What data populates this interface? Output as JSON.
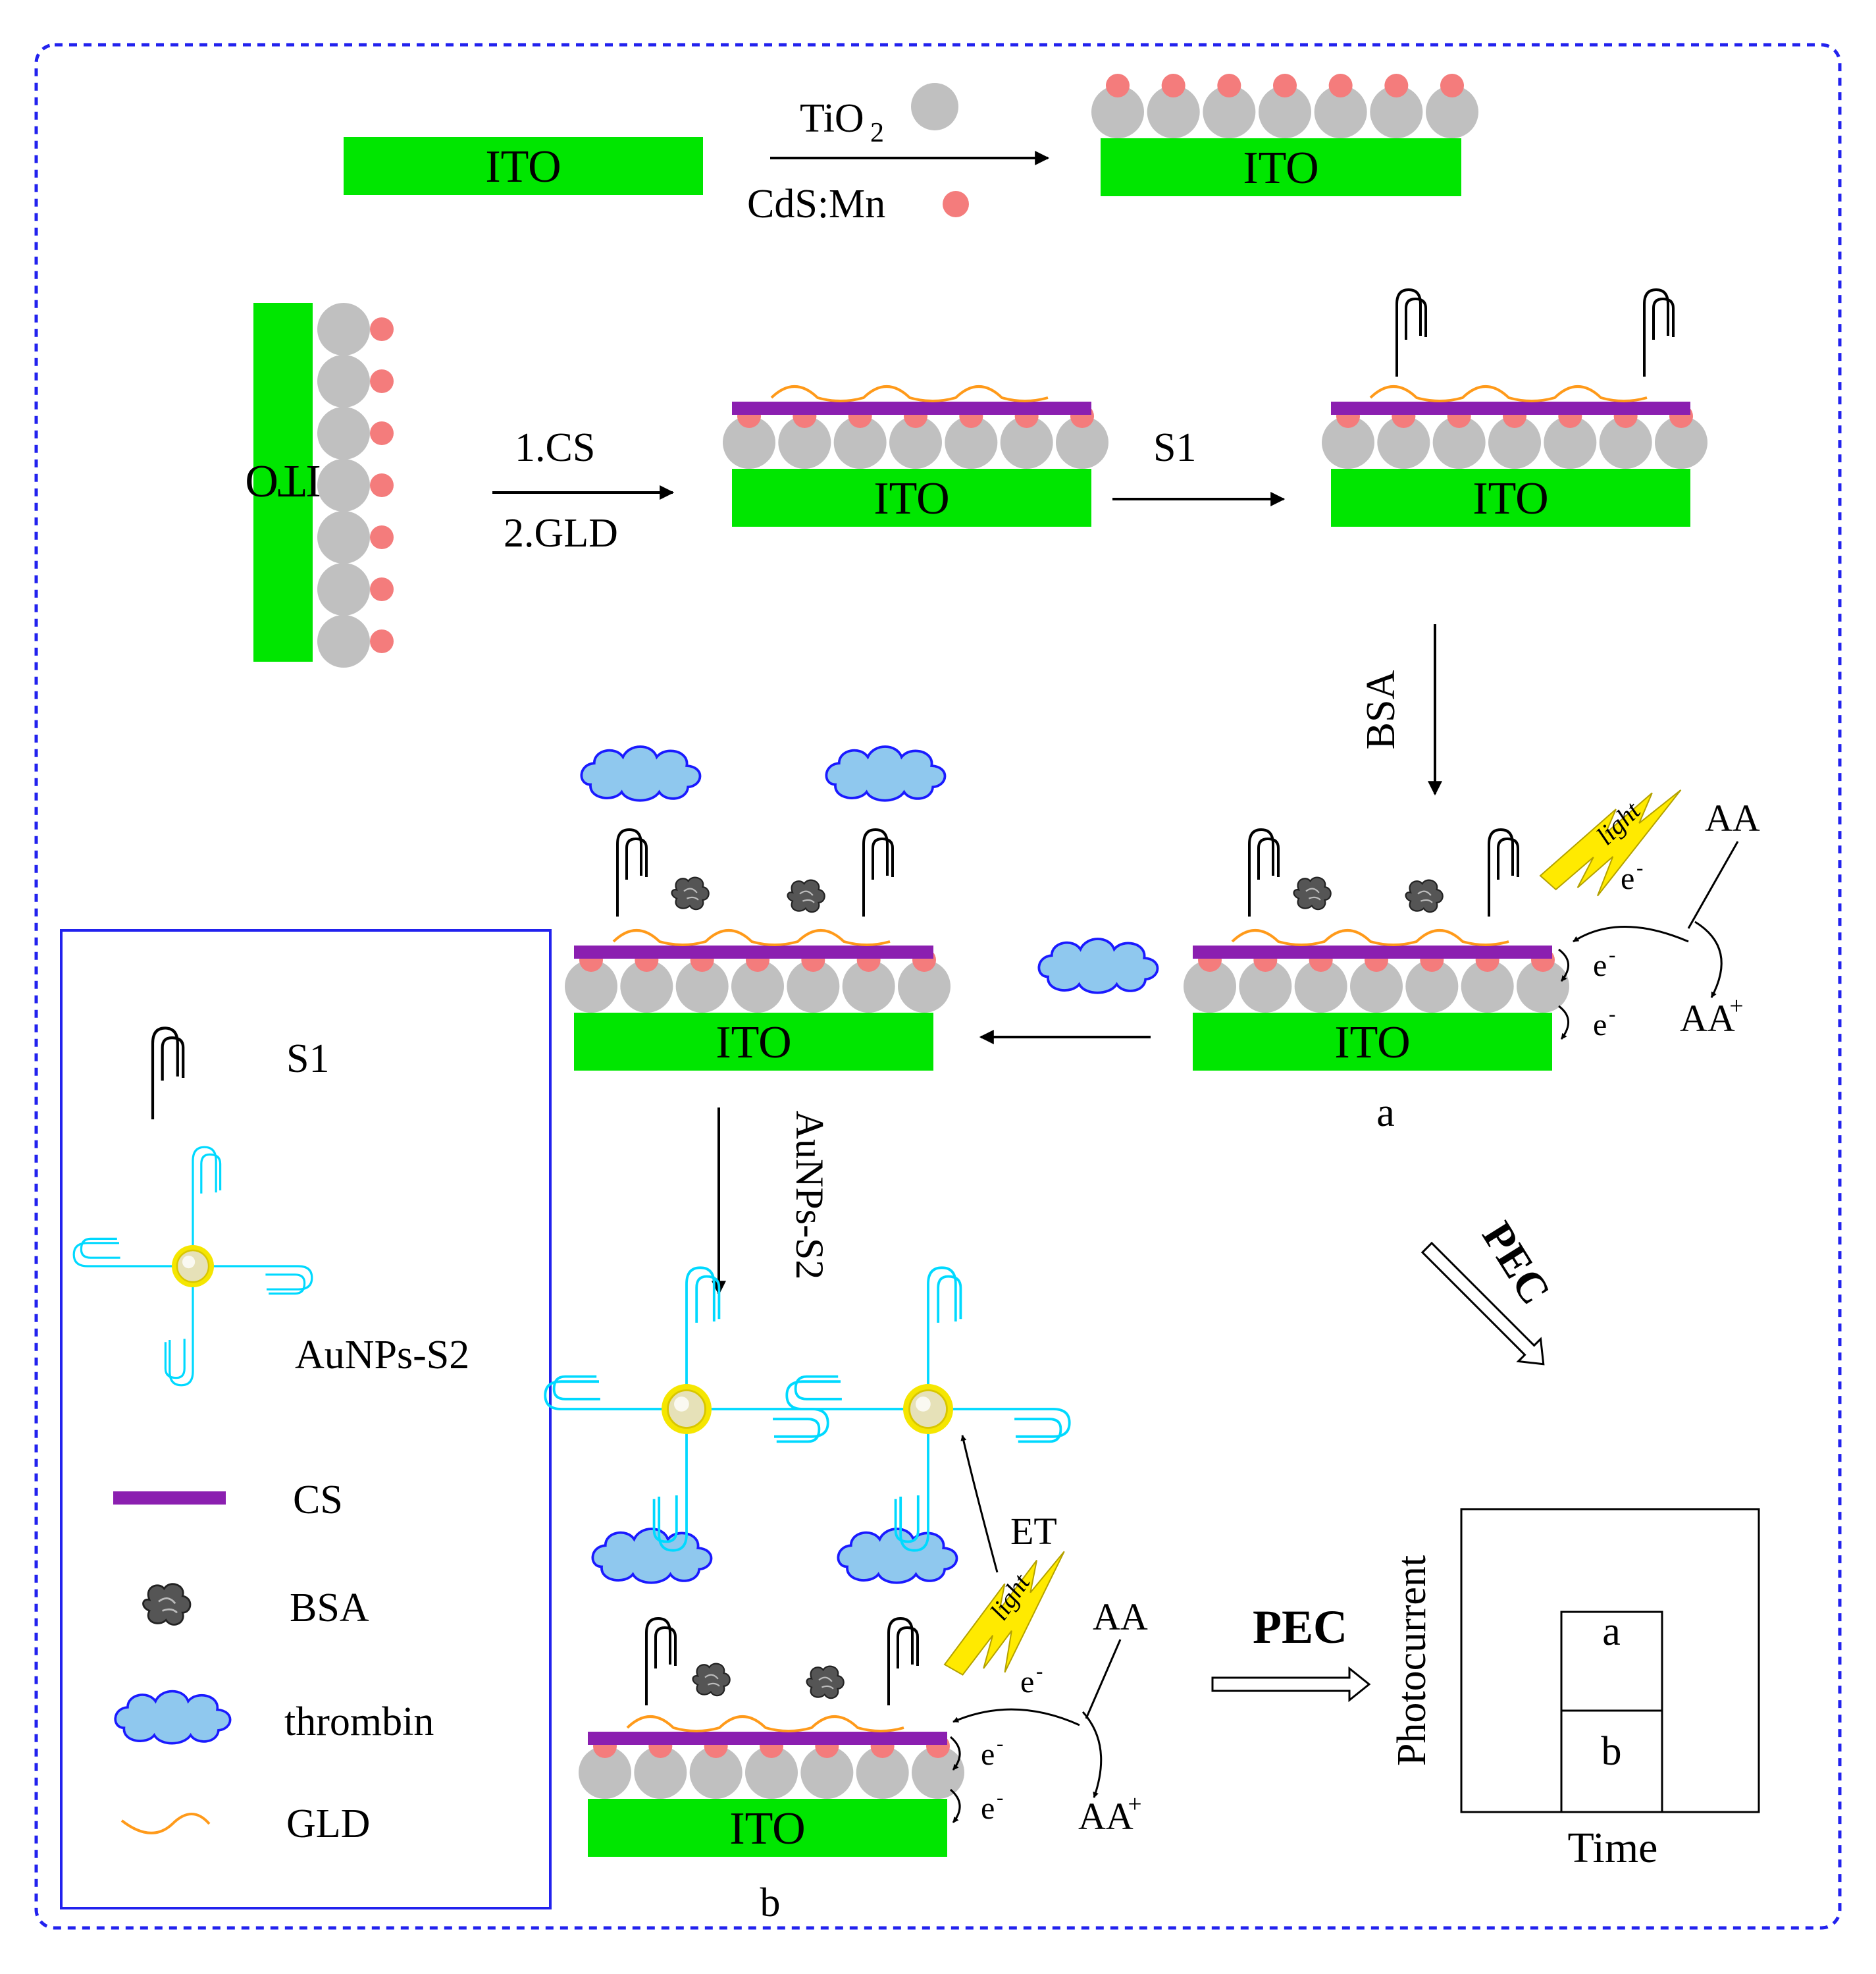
{
  "labels": {
    "ito": "ITO",
    "tio2_base": "TiO",
    "tio2_sub": "2",
    "cdsmn": "CdS:Mn",
    "step_cs": "1.CS",
    "step_gld": "2.GLD",
    "step_s1": "S1",
    "step_bsa": "BSA",
    "step_aunps": "AuNPs-S2",
    "light": "light",
    "aa": "AA",
    "aa_plus": "AA",
    "plus": "+",
    "e": "e",
    "minus": "-",
    "et": "ET",
    "pec": "PEC",
    "panel_a": "a",
    "panel_b": "b",
    "ylabel": "Photocurrent",
    "xlabel": "Time"
  },
  "legend": {
    "items": [
      {
        "label": "S1",
        "icon": "s1-probe-icon"
      },
      {
        "label": "AuNPs-S2",
        "icon": "aunps-s2-icon"
      },
      {
        "label": "CS",
        "icon": "cs-layer-icon"
      },
      {
        "label": "BSA",
        "icon": "bsa-icon"
      },
      {
        "label": "thrombin",
        "icon": "thrombin-icon"
      },
      {
        "label": "GLD",
        "icon": "gld-icon"
      }
    ]
  },
  "plot": {
    "bars": [
      {
        "label": "a"
      },
      {
        "label": "b"
      }
    ]
  },
  "colors": {
    "ito": "#00e600",
    "tio2": "#c0c0c0",
    "cdsmn": "#f47c7c",
    "cs": "#8b1fb0",
    "gld": "#ff9a1a",
    "thrombin_fill": "#8fc8ee",
    "thrombin_stroke": "#1a1aff",
    "aunp_core": "#e6e1b8",
    "aunp_ring": "#f5e600",
    "s2_strand": "#00d9ff",
    "light": "#ffea00",
    "frame": "#2222ee"
  }
}
